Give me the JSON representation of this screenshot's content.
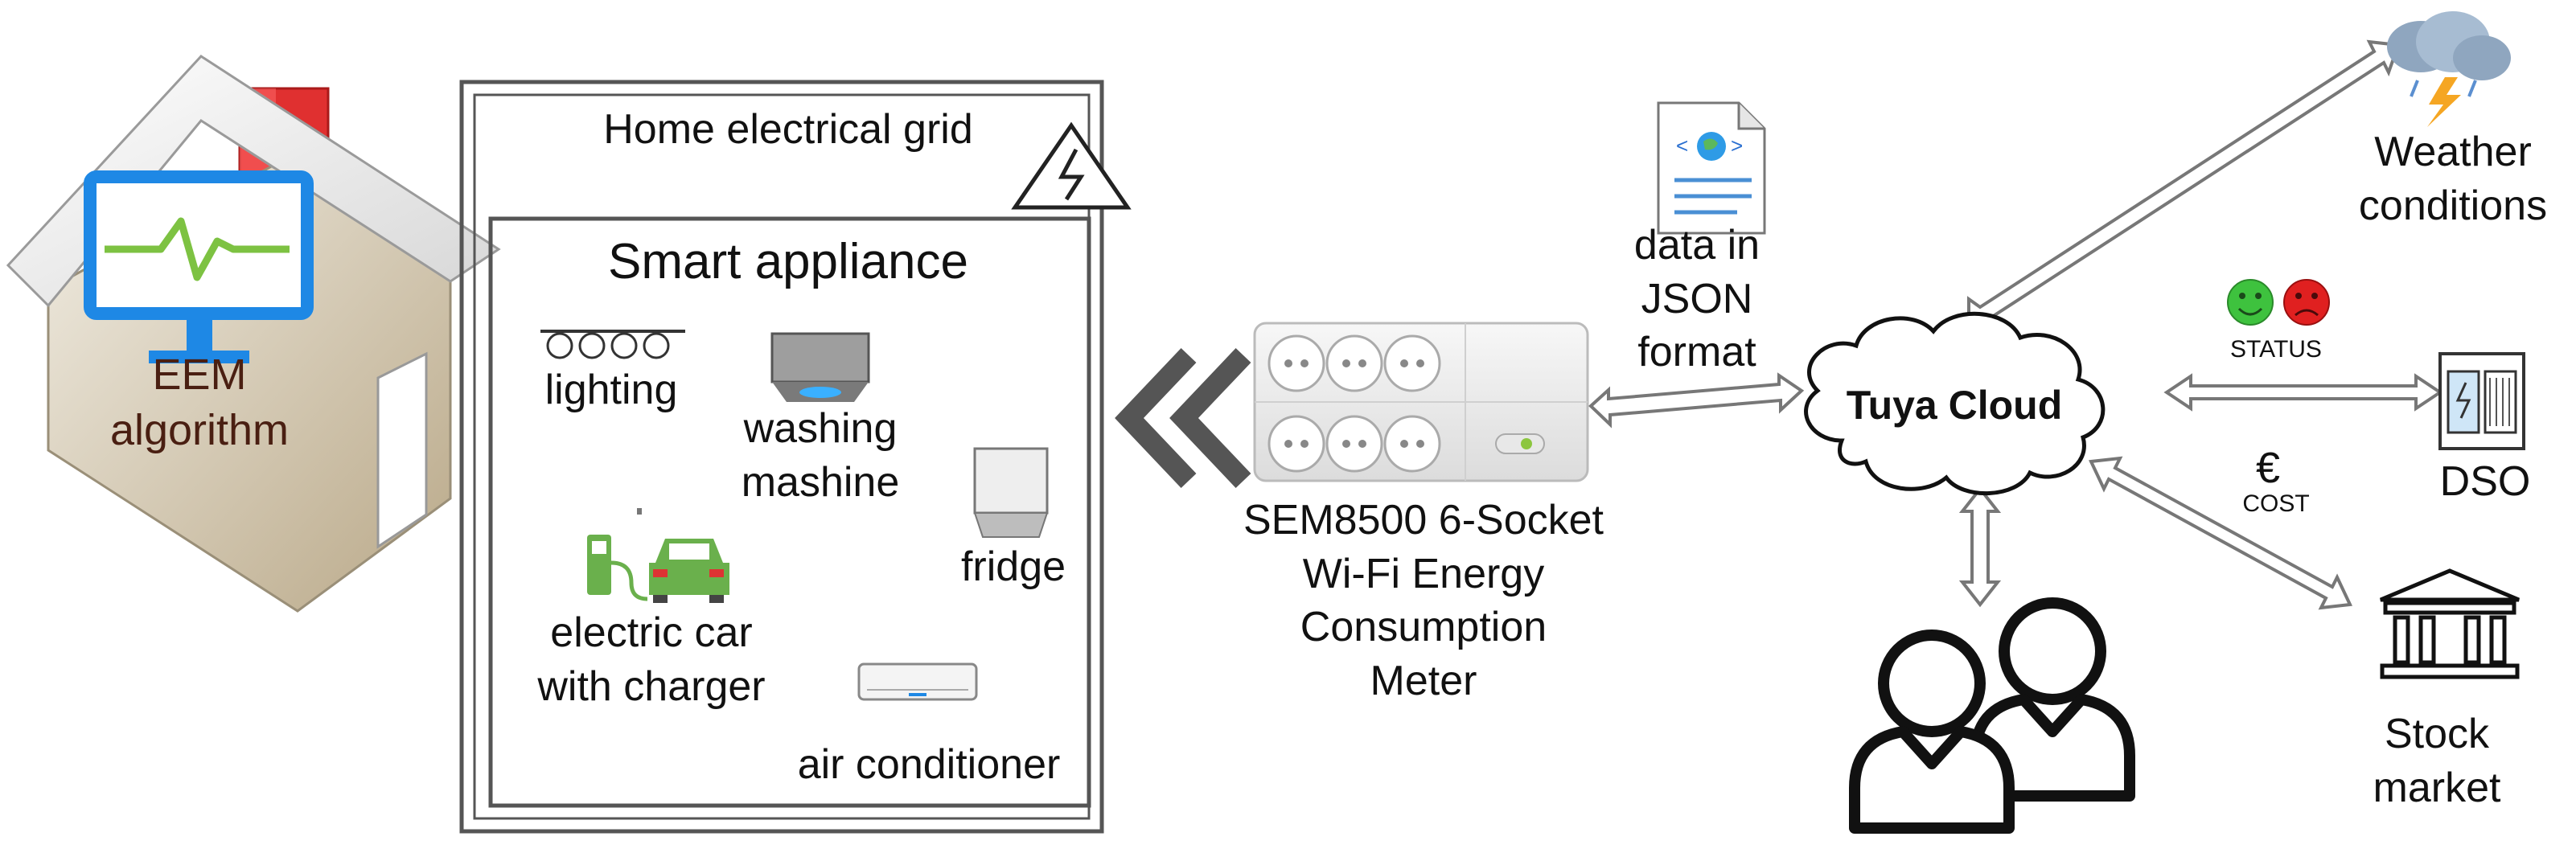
{
  "house": {
    "eem_label": "EEM\nalgorithm"
  },
  "home_grid": {
    "title": "Home electrical grid"
  },
  "smart_appliance": {
    "title": "Smart appliance",
    "items": {
      "lighting": "lighting",
      "washing": "washing\nmashine",
      "fridge": "fridge",
      "car": "electric car\nwith charger",
      "ac": "air conditioner"
    }
  },
  "meter": {
    "label": "SEM8500 6-Socket\nWi-Fi Energy\nConsumption\nMeter"
  },
  "json_doc": {
    "label": "data in\nJSON\nformat"
  },
  "cloud": {
    "label": "Tuya Cloud"
  },
  "targets": {
    "weather": "Weather\nconditions",
    "dso": "DSO",
    "stock": "Stock\nmarket"
  },
  "badges": {
    "status": "STATUS",
    "euro": "€",
    "cost": "COST"
  },
  "colors": {
    "eem_text": "#4a1f12",
    "monitor": "#1e88e5",
    "pulse": "#7dc242",
    "chimney": "#e03030",
    "car": "#6ab04c"
  }
}
